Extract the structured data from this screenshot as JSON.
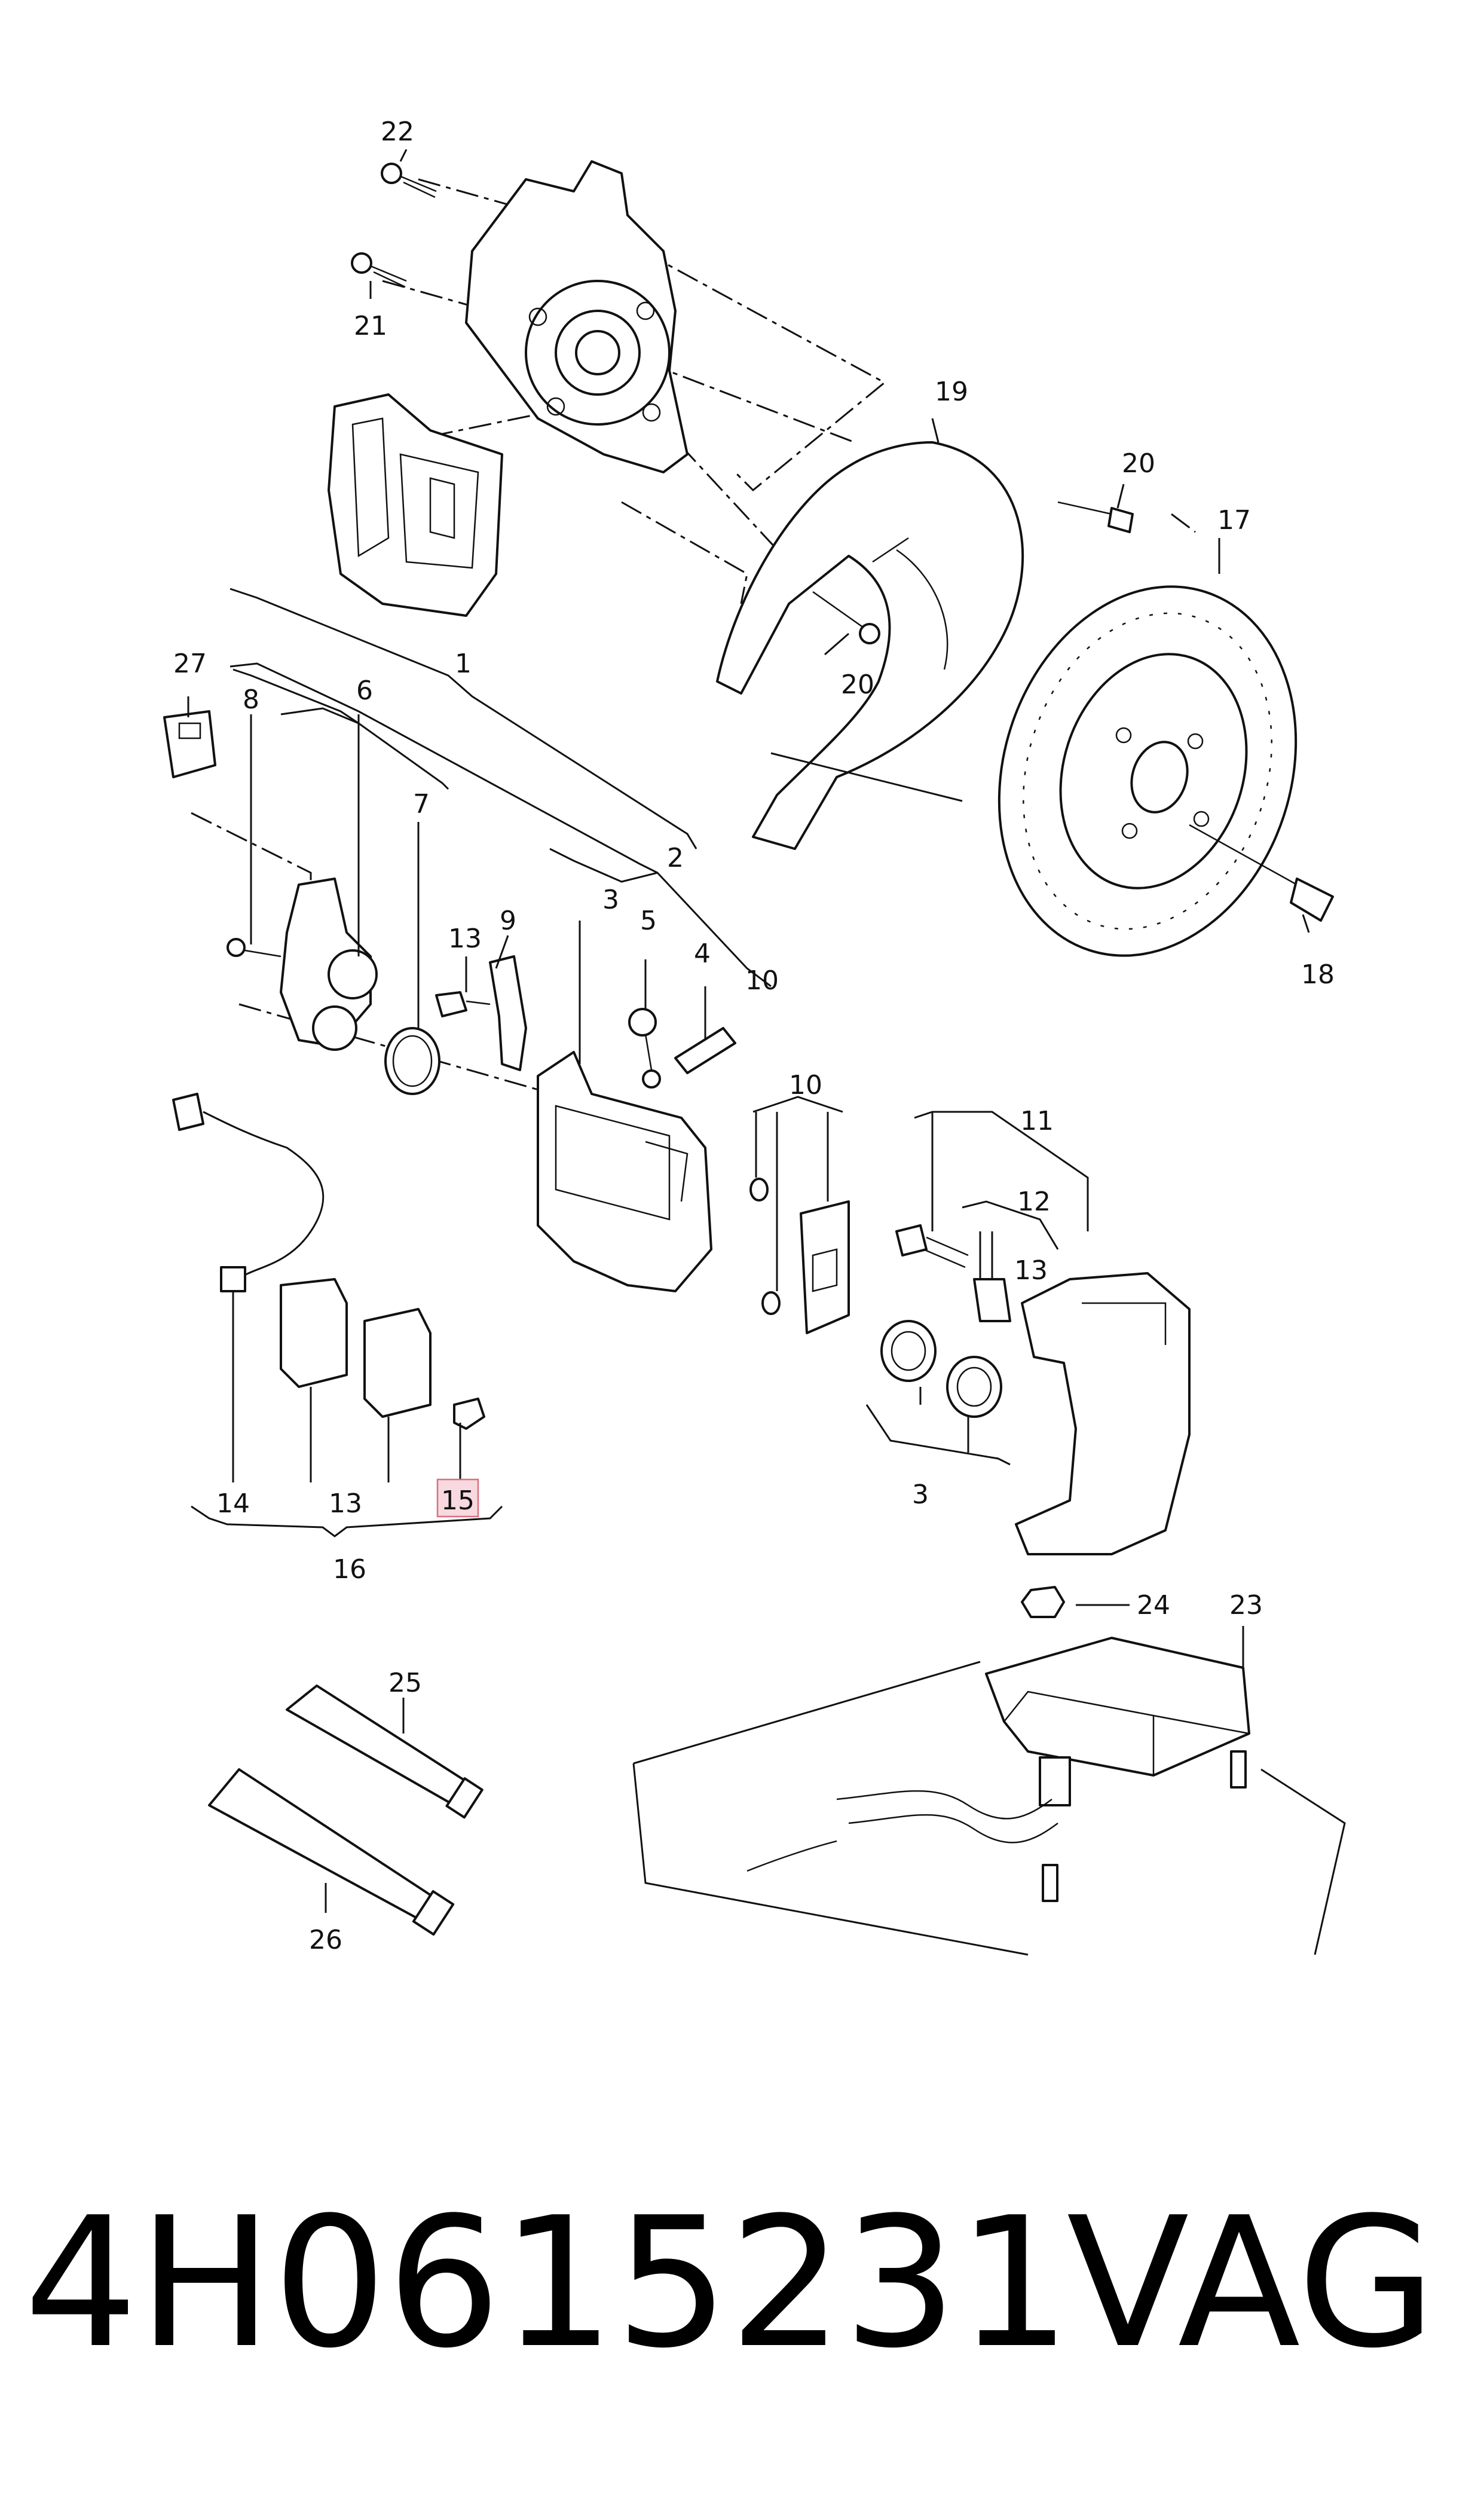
{
  "labels": {
    "l1": "1",
    "l2": "2",
    "l3a": "3",
    "l3b": "3",
    "l4": "4",
    "l5": "5",
    "l6": "6",
    "l7": "7",
    "l8": "8",
    "l9": "9",
    "l10a": "10",
    "l10b": "10",
    "l11": "11",
    "l12": "12",
    "l13a": "13",
    "l13b": "13",
    "l13c": "13",
    "l14": "14",
    "l15": "15",
    "l16": "16",
    "l17": "17",
    "l18": "18",
    "l19": "19",
    "l20a": "20",
    "l20b": "20",
    "l21": "21",
    "l22": "22",
    "l23": "23",
    "l24": "24",
    "l25": "25",
    "l26": "26",
    "l27": "27"
  },
  "highlighted_label": "15",
  "footer": {
    "part_number": "4H0615231",
    "brand": "VAG"
  }
}
